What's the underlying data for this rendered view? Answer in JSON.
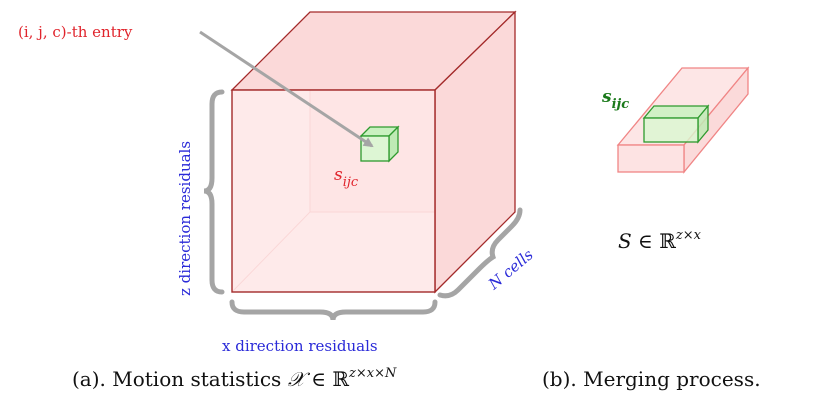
{
  "colors": {
    "cube_edge": "#a32a2a",
    "cube_fill": "#fde3e3",
    "cell_edge": "#2e9a2e",
    "cell_fill": "#d9f7d1",
    "bar_edge": "#f08585",
    "bar_fill": "#fde0e0",
    "bracket": "#a5a5a5",
    "arrow": "#a5a5a5",
    "red_text": "#e0242c",
    "blue_text": "#2a2ad8"
  },
  "left_figure": {
    "entry_label": "(i, j, c)-th entry",
    "cell_label": "s",
    "cell_subscript": "ijc",
    "z_axis_label": "z direction residuals",
    "x_axis_label": "x direction residuals",
    "n_axis_label": "N cells",
    "caption_prefix": "(a). Motion statistics ",
    "caption_symbol": "𝒳",
    "caption_set": " ∈ ℝ",
    "caption_superscript": "z×x×N"
  },
  "right_figure": {
    "cell_label": "s",
    "cell_subscript": "ijc",
    "matrix_symbol": "S",
    "matrix_set": " ∈ ℝ",
    "matrix_superscript": "z×x",
    "caption": "(b). Merging process."
  }
}
